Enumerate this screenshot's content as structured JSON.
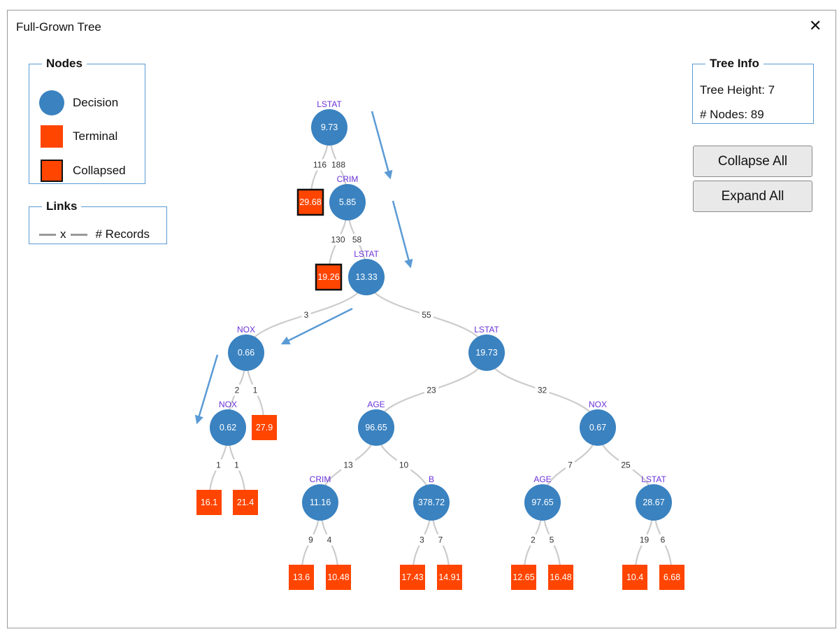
{
  "window": {
    "title": "Full-Grown Tree",
    "close_glyph": "✕"
  },
  "legend": {
    "nodes_title": "Nodes",
    "decision": "Decision",
    "terminal": "Terminal",
    "collapsed": "Collapsed",
    "links_title": "Links",
    "links_x": "x",
    "links_records": "# Records"
  },
  "tree_info": {
    "title": "Tree Info",
    "height": "Tree Height: 7",
    "nodes": "# Nodes: 89"
  },
  "buttons": {
    "collapse_all": "Collapse All",
    "expand_all": "Expand All"
  },
  "colors": {
    "decision": "#3a82c0",
    "terminal": "#ff4500",
    "link": "#cccccc",
    "annotation_arrow": "#5b9bd5",
    "label": "#6a32d8"
  },
  "tree": {
    "nodes": [
      {
        "id": "n1",
        "type": "decision",
        "label": "LSTAT",
        "value": "9.73"
      },
      {
        "id": "n2",
        "type": "collapsed",
        "value": "29.68"
      },
      {
        "id": "n3",
        "type": "decision",
        "label": "CRIM",
        "value": "5.85"
      },
      {
        "id": "n4",
        "type": "collapsed",
        "value": "19.26"
      },
      {
        "id": "n5",
        "type": "decision",
        "label": "LSTAT",
        "value": "13.33"
      },
      {
        "id": "n6",
        "type": "decision",
        "label": "NOX",
        "value": "0.66"
      },
      {
        "id": "n7",
        "type": "decision",
        "label": "LSTAT",
        "value": "19.73"
      },
      {
        "id": "n8",
        "type": "decision",
        "label": "NOX",
        "value": "0.62"
      },
      {
        "id": "n9",
        "type": "terminal",
        "value": "27.9"
      },
      {
        "id": "n10",
        "type": "terminal",
        "value": "16.1"
      },
      {
        "id": "n11",
        "type": "terminal",
        "value": "21.4"
      },
      {
        "id": "n12",
        "type": "decision",
        "label": "AGE",
        "value": "96.65"
      },
      {
        "id": "n13",
        "type": "decision",
        "label": "NOX",
        "value": "0.67"
      },
      {
        "id": "n14",
        "type": "decision",
        "label": "CRIM",
        "value": "11.16"
      },
      {
        "id": "n15",
        "type": "decision",
        "label": "B",
        "value": "378.72"
      },
      {
        "id": "n16",
        "type": "decision",
        "label": "AGE",
        "value": "97.65"
      },
      {
        "id": "n17",
        "type": "decision",
        "label": "LSTAT",
        "value": "28.67"
      },
      {
        "id": "n18",
        "type": "terminal",
        "value": "13.6"
      },
      {
        "id": "n19",
        "type": "terminal",
        "value": "10.48"
      },
      {
        "id": "n20",
        "type": "terminal",
        "value": "17.43"
      },
      {
        "id": "n21",
        "type": "terminal",
        "value": "14.91"
      },
      {
        "id": "n22",
        "type": "terminal",
        "value": "12.65"
      },
      {
        "id": "n23",
        "type": "terminal",
        "value": "16.48"
      },
      {
        "id": "n24",
        "type": "terminal",
        "value": "10.4"
      },
      {
        "id": "n25",
        "type": "terminal",
        "value": "6.68"
      }
    ],
    "links": [
      {
        "from": "n1",
        "to": "n2",
        "records": "116"
      },
      {
        "from": "n1",
        "to": "n3",
        "records": "188"
      },
      {
        "from": "n3",
        "to": "n4",
        "records": "130"
      },
      {
        "from": "n3",
        "to": "n5",
        "records": "58"
      },
      {
        "from": "n5",
        "to": "n6",
        "records": "3"
      },
      {
        "from": "n5",
        "to": "n7",
        "records": "55"
      },
      {
        "from": "n6",
        "to": "n8",
        "records": "2"
      },
      {
        "from": "n6",
        "to": "n9",
        "records": "1"
      },
      {
        "from": "n8",
        "to": "n10",
        "records": "1"
      },
      {
        "from": "n8",
        "to": "n11",
        "records": "1"
      },
      {
        "from": "n7",
        "to": "n12",
        "records": "23"
      },
      {
        "from": "n7",
        "to": "n13",
        "records": "32"
      },
      {
        "from": "n12",
        "to": "n14",
        "records": "13"
      },
      {
        "from": "n12",
        "to": "n15",
        "records": "10"
      },
      {
        "from": "n13",
        "to": "n16",
        "records": "7"
      },
      {
        "from": "n13",
        "to": "n17",
        "records": "25"
      },
      {
        "from": "n14",
        "to": "n18",
        "records": "9"
      },
      {
        "from": "n14",
        "to": "n19",
        "records": "4"
      },
      {
        "from": "n15",
        "to": "n20",
        "records": "3"
      },
      {
        "from": "n15",
        "to": "n21",
        "records": "7"
      },
      {
        "from": "n16",
        "to": "n22",
        "records": "2"
      },
      {
        "from": "n16",
        "to": "n23",
        "records": "5"
      },
      {
        "from": "n17",
        "to": "n24",
        "records": "19"
      },
      {
        "from": "n17",
        "to": "n25",
        "records": "6"
      }
    ]
  }
}
